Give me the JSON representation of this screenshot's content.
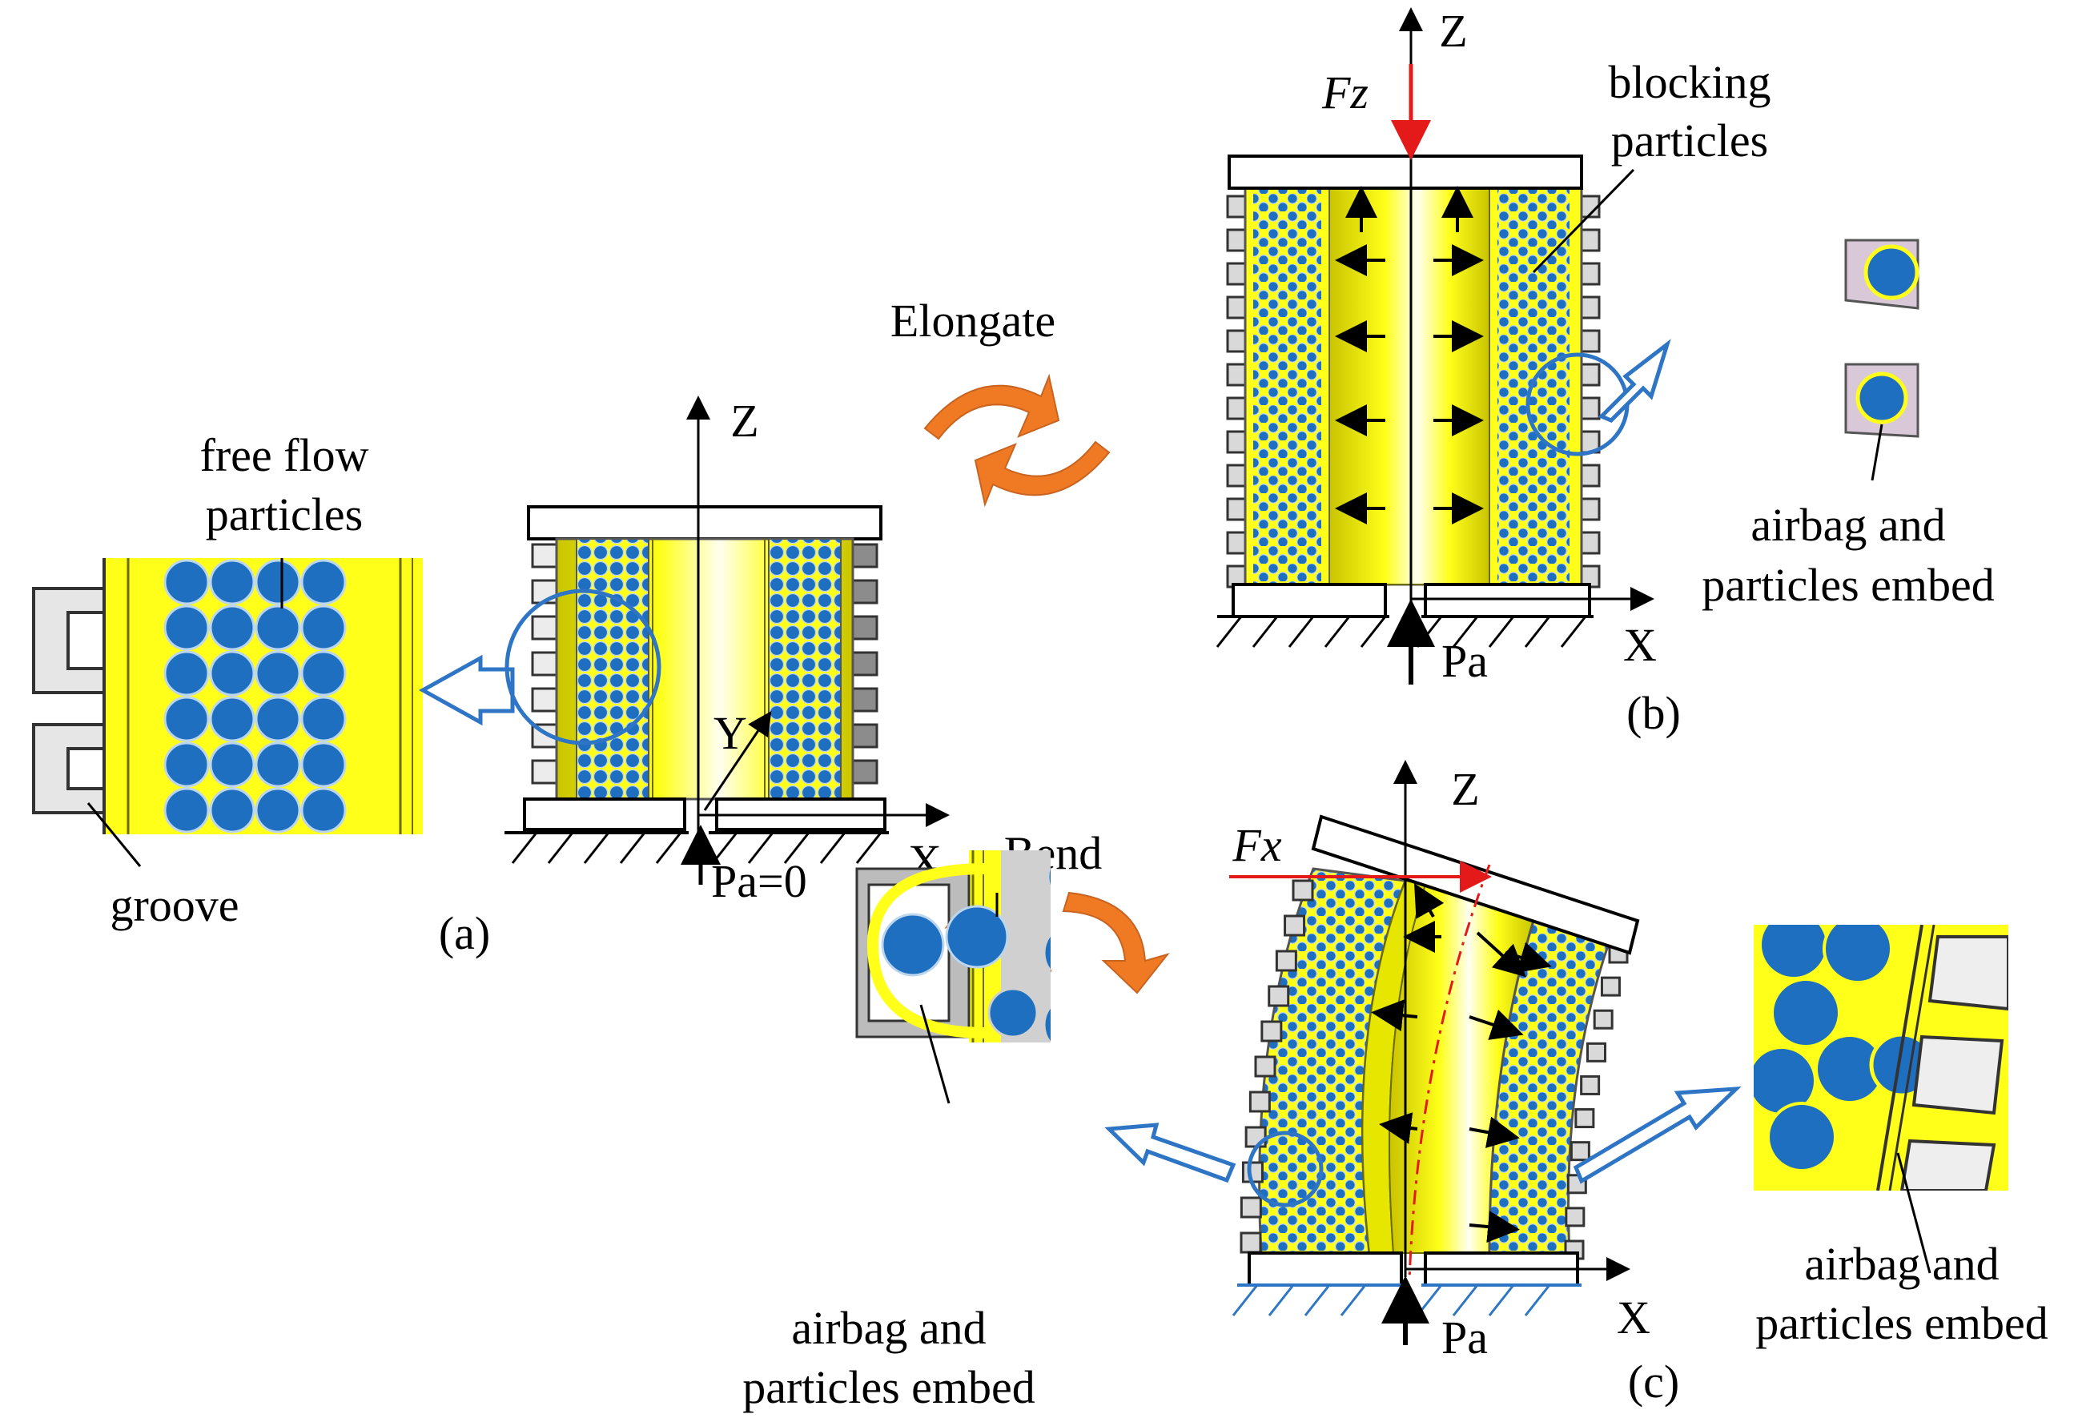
{
  "panel_a": {
    "caption": "(a)",
    "axis_z": "Z",
    "axis_x": "X",
    "axis_y": "Y",
    "pressure": "Pa=0",
    "zoom_label_line1": "free flow",
    "zoom_label_line2": "particles",
    "groove_label": "groove"
  },
  "transitions": {
    "elongate": "Elongate",
    "bend": "Bend"
  },
  "panel_b": {
    "caption": "(b)",
    "axis_z": "Z",
    "axis_x": "X",
    "force": "Fz",
    "pressure": "Pa",
    "blocking_line1": "blocking",
    "blocking_line2": "particles",
    "embed_line1": "airbag and",
    "embed_line2": "particles embed"
  },
  "panel_c": {
    "caption": "(c)",
    "axis_z": "Z",
    "axis_x": "X",
    "force": "Fx",
    "pressure": "Pa",
    "left_embed_line1": "airbag and",
    "left_embed_line2": "particles embed",
    "right_embed_line1": "airbag and",
    "right_embed_line2": "particles embed"
  },
  "colors": {
    "chamber_yellow": "#ffff1a",
    "particle_blue": "#1f6fc0",
    "callout_blue": "#2e75c6",
    "rotate_arrow_orange": "#f07a24",
    "force_red": "#e41a1a"
  }
}
